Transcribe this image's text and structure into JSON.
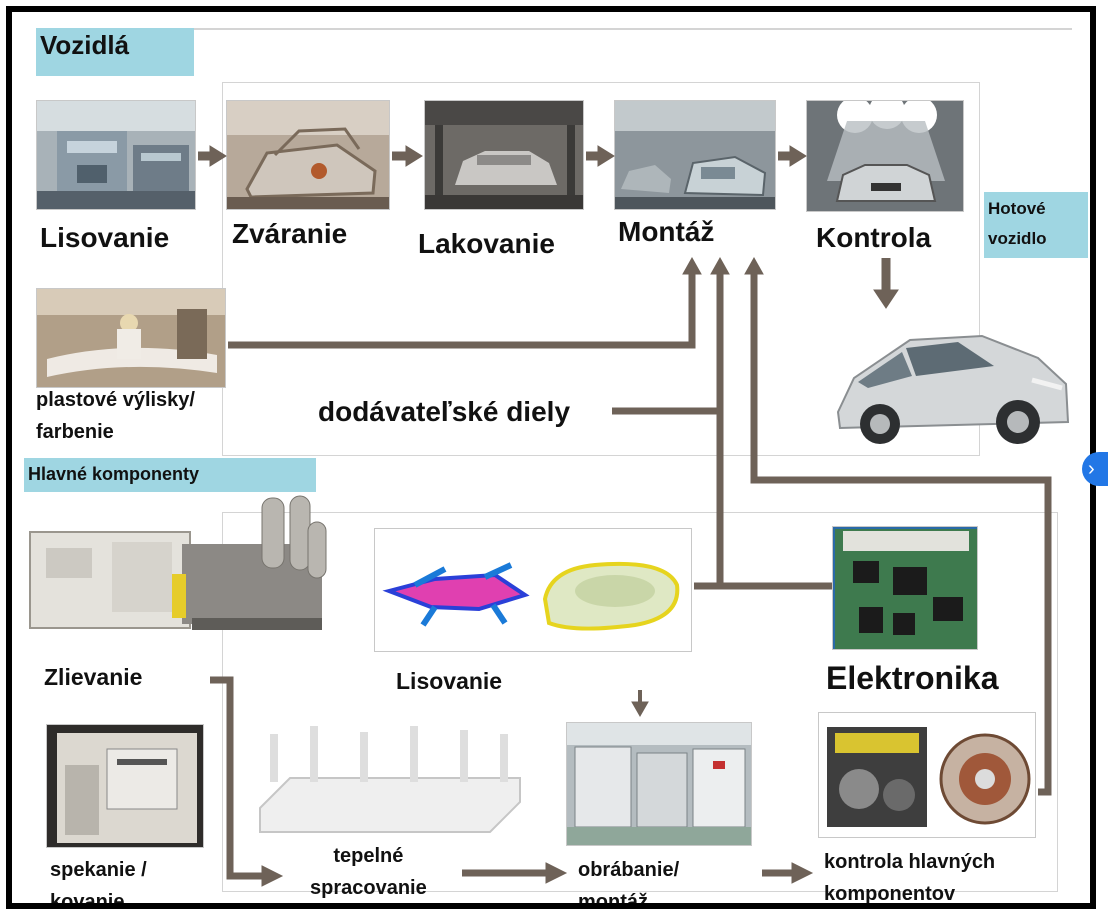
{
  "sections": {
    "vehicles": "Vozidlá",
    "main_components": "Hlavné komponenty",
    "finished_vehicle": {
      "line1": "Hotové",
      "line2": "vozidlo"
    }
  },
  "vehicle_steps": {
    "pressing": "Lisovanie",
    "welding": "Zváranie",
    "painting": "Lakovanie",
    "assembly": "Montáž",
    "inspection": "Kontrola"
  },
  "plastic": {
    "line1": "plastové výlisky/",
    "line2": "farbenie"
  },
  "supplier_parts": "dodávateľské diely",
  "components": {
    "casting": "Zlievanie",
    "pressing": "Lisovanie",
    "electronics": "Elektronika",
    "sintering": {
      "line1": "spekanie /",
      "line2": "kovanie"
    },
    "heat_treatment": {
      "line1": "tepelné",
      "line2": "spracovanie"
    },
    "machining": {
      "line1": "obrábanie/",
      "line2": "montáž"
    },
    "component_inspection": {
      "line1": "kontrola hlavných",
      "line2": "komponentov"
    }
  },
  "colors": {
    "label_bg": "#9fd6e2",
    "arrow": "#6e6258",
    "border": "#000000",
    "nav_button": "#2277e6"
  },
  "icons": {
    "next": "chevron-right-icon"
  }
}
